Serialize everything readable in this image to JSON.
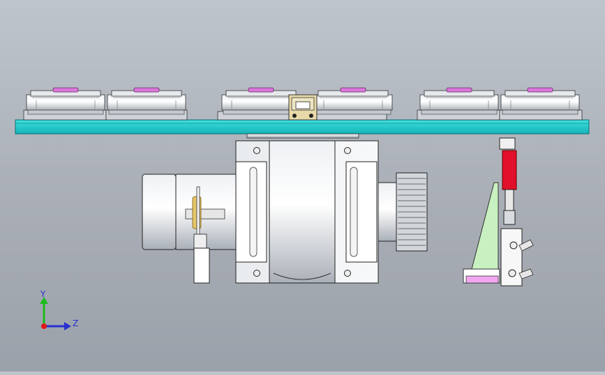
{
  "viewport": {
    "background_top": "#bfc5cd",
    "background_bottom": "#9ba1aa"
  },
  "colors": {
    "plate": "#19c7c9",
    "plate_edge": "#0e8c8e",
    "rotor_pink": "#d978d9",
    "red_bar": "#e2102a",
    "bracket_green": "#c8f0c0",
    "base_pink": "#f2a6f0",
    "metal": "#d9dde2"
  },
  "triad": {
    "y_label": "Y",
    "z_label": "Z",
    "y_color": "#1dbb1d",
    "z_color": "#2a2fd0",
    "origin_color": "#e01a1a"
  },
  "assembly": {
    "fan_units": [
      "fan-unit-1",
      "fan-unit-2",
      "fan-unit-3",
      "fan-unit-4",
      "fan-unit-5",
      "fan-unit-6"
    ],
    "components": [
      "mounting-plate",
      "sensor-block",
      "gearbox-housing",
      "motor",
      "timing-pulley",
      "linear-actuator",
      "mount-bracket",
      "air-fittings"
    ]
  }
}
